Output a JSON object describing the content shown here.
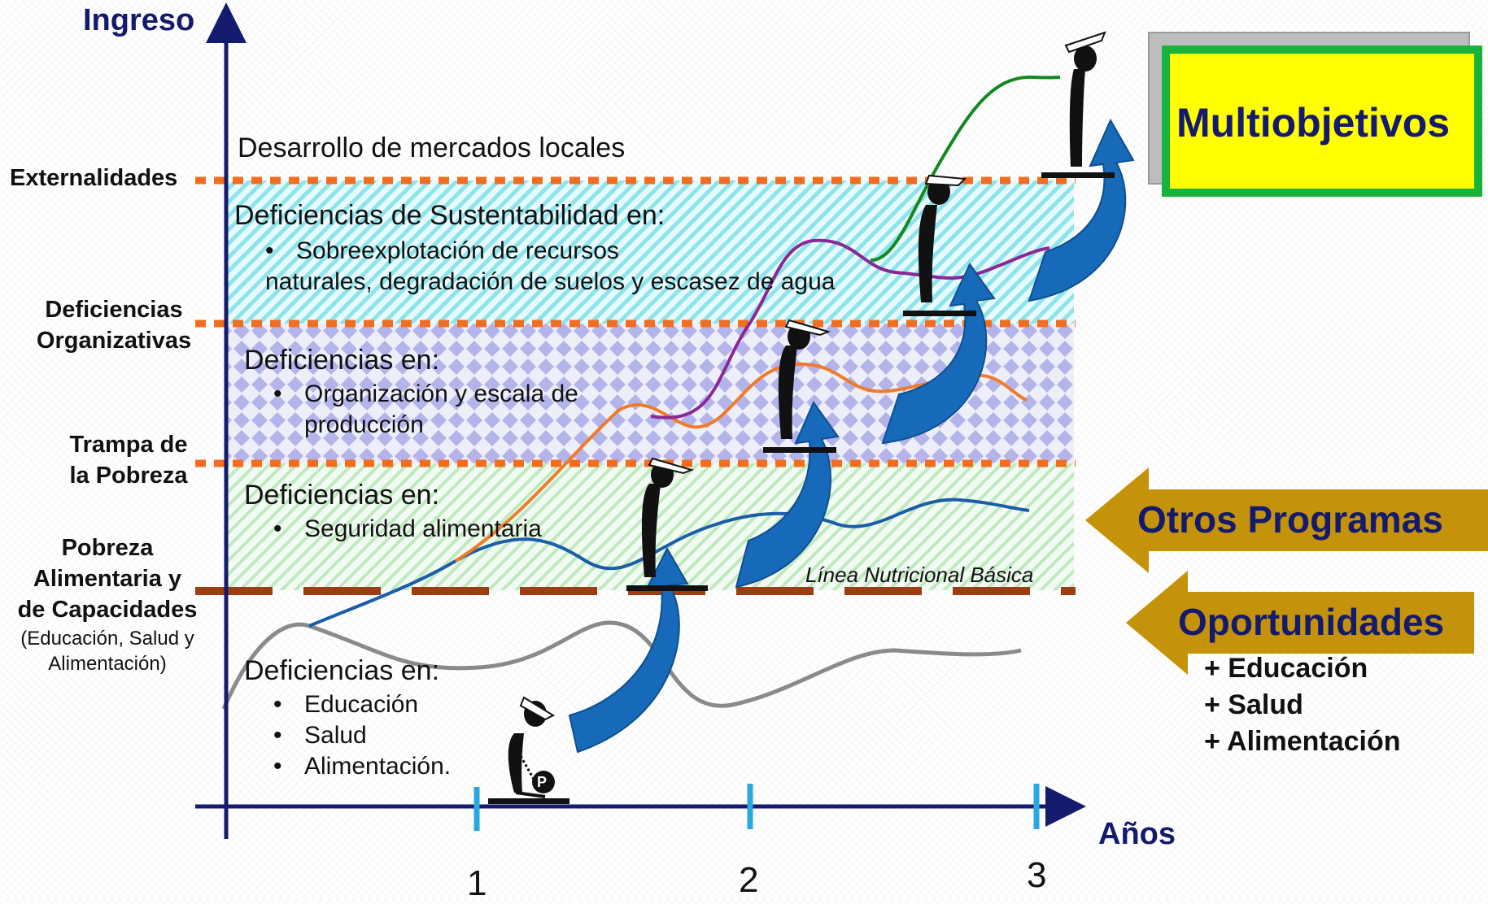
{
  "axes": {
    "y_label": "Ingreso",
    "x_label": "Años",
    "x_ticks": [
      "1",
      "2",
      "3"
    ]
  },
  "levels": {
    "externalidades": "Externalidades",
    "deficiencias_organizativas": [
      "Deficiencias",
      "Organizativas"
    ],
    "trampa_pobreza": [
      "Trampa de",
      "la Pobreza"
    ],
    "pobreza_alimentaria": [
      "Pobreza",
      "Alimentaria y",
      "de Capacidades"
    ],
    "pobreza_alimentaria_note": [
      "(Educación, Salud y",
      "Alimentación)"
    ]
  },
  "bands": {
    "top": "Desarrollo de mercados locales",
    "sustentabilidad": {
      "title": "Deficiencias de Sustentabilidad en:",
      "bullet_line1": "Sobreexplotación de recursos",
      "bullet_line2": "naturales, degradación de suelos y escasez de agua"
    },
    "organizacion": {
      "title": "Deficiencias en:",
      "bullet_line1": "Organización y escala de",
      "bullet_line2": "producción"
    },
    "seguridad": {
      "title": "Deficiencias en:",
      "bullet": "Seguridad alimentaria"
    },
    "basica": {
      "title": "Deficiencias en:",
      "bullets": [
        "Educación",
        "Salud",
        "Alimentación."
      ]
    },
    "linea_nutricional": "Línea Nutricional Básica"
  },
  "right_panel": {
    "multiobjetivos": "Multiobjetivos",
    "otros_programas": "Otros Programas",
    "oportunidades": "Oportunidades",
    "oportunidades_items": [
      "+ Educación",
      "+ Salud",
      "+ Alimentación"
    ]
  },
  "figure_badge": "P",
  "colors": {
    "axis": "#141a6e",
    "dashed_level": "#f36d21",
    "nutrition_line": "#9c3d14",
    "band_sustentabilidad": "#8fe3ec",
    "band_organizacion": "#a7a9e6",
    "band_seguridad": "#b9eab9",
    "arrow_blue": "#1769b9",
    "multiobjetivos_fill": "#ffff00",
    "multiobjetivos_border": "#19b33b",
    "program_arrow": "#c89a0a"
  }
}
